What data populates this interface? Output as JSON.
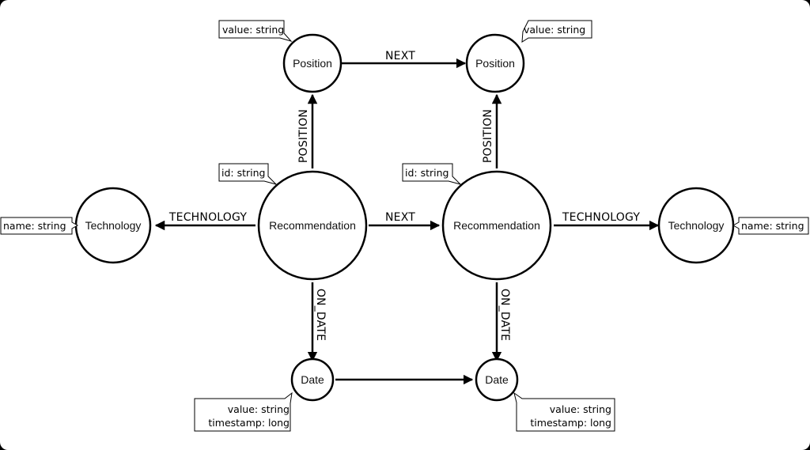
{
  "nodes": {
    "position_left": "Position",
    "position_right": "Position",
    "recommendation_left": "Recommendation",
    "recommendation_right": "Recommendation",
    "technology_left": "Technology",
    "technology_right": "Technology",
    "date_left": "Date",
    "date_right": "Date"
  },
  "edges": {
    "next_top": "NEXT",
    "next_middle": "NEXT",
    "position_left": "POSITION",
    "position_right": "POSITION",
    "technology_left": "TECHNOLOGY",
    "technology_right": "TECHNOLOGY",
    "on_date_left": "ON_DATE",
    "on_date_right": "ON_DATE"
  },
  "properties": {
    "position_left": [
      "value: string"
    ],
    "position_right": [
      "value: string"
    ],
    "recommendation_left": [
      "id: string"
    ],
    "recommendation_right": [
      "id: string"
    ],
    "technology_left": [
      "name: string"
    ],
    "technology_right": [
      "name: string"
    ],
    "date_left": [
      "value: string",
      "timestamp: long"
    ],
    "date_right": [
      "value: string",
      "timestamp: long"
    ]
  }
}
